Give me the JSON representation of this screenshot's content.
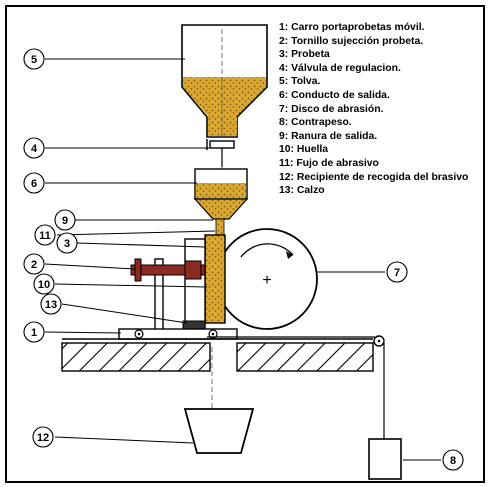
{
  "legend": [
    "1: Carro portaprobetas móvil.",
    "2: Tornillo sujección probeta.",
    "3: Probeta",
    "4: Válvula de regulacion.",
    "5: Tolva.",
    "6: Conducto de salida.",
    "7: Disco de abrasión.",
    "8: Contrapeso.",
    "9: Ranura de salida.",
    "10: Huella",
    "11: Fujo de abrasivo",
    "12: Recipiente de recogida del brasivo",
    "13: Calzo"
  ],
  "callouts": {
    "c1": "1",
    "c2": "2",
    "c3": "3",
    "c4": "4",
    "c5": "5",
    "c6": "6",
    "c7": "7",
    "c8": "8",
    "c9": "9",
    "c10": "10",
    "c11": "11",
    "c12": "12",
    "c13": "13"
  },
  "disc_symbol": "+",
  "colors": {
    "sand": "#d9a830",
    "sand_dark": "#8a5a12",
    "screw": "#8b2a22",
    "line": "#000000"
  }
}
